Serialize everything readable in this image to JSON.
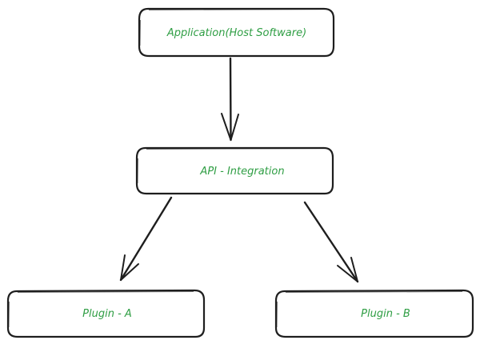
{
  "diagram": {
    "colors": {
      "text": "#2f9e44",
      "stroke": "#1e1e1e",
      "background": "#ffffff"
    },
    "nodes": [
      {
        "id": "app",
        "label": "Application(Host Software)"
      },
      {
        "id": "api",
        "label": "API - Integration"
      },
      {
        "id": "pluginA",
        "label": "Plugin - A"
      },
      {
        "id": "pluginB",
        "label": "Plugin - B"
      }
    ],
    "edges": [
      {
        "from": "app",
        "to": "api"
      },
      {
        "from": "api",
        "to": "pluginA"
      },
      {
        "from": "api",
        "to": "pluginB"
      }
    ]
  }
}
